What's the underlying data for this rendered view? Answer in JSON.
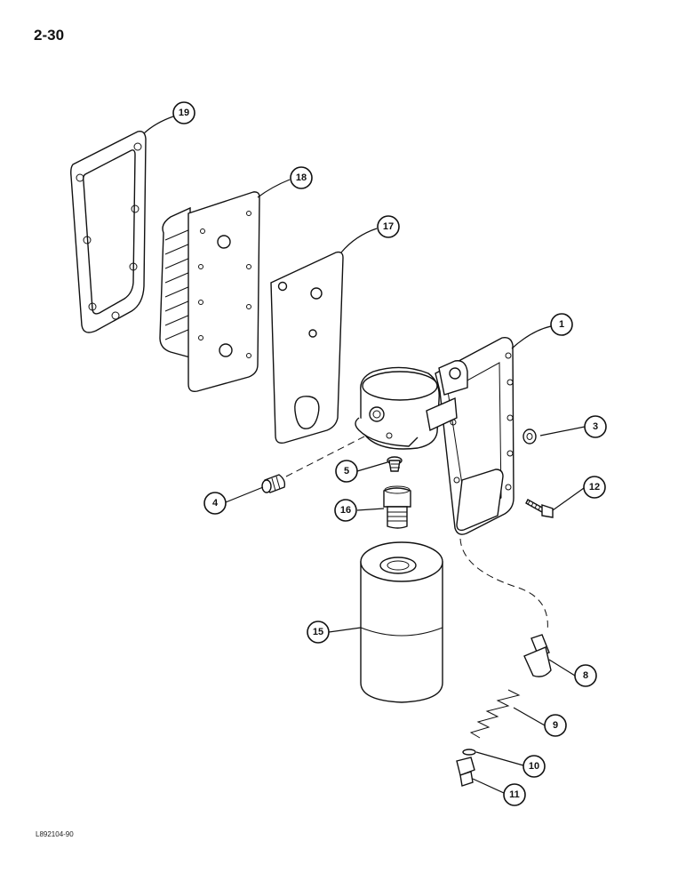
{
  "page": {
    "number": "2-30",
    "figure_code": "L892104-90"
  },
  "colors": {
    "ink": "#111111",
    "paper": "#ffffff",
    "stipple": "#bdbdbd"
  },
  "callouts": [
    {
      "id": "c1",
      "label": "1"
    },
    {
      "id": "c3",
      "label": "3"
    },
    {
      "id": "c4",
      "label": "4"
    },
    {
      "id": "c5",
      "label": "5"
    },
    {
      "id": "c8",
      "label": "8"
    },
    {
      "id": "c9",
      "label": "9"
    },
    {
      "id": "c10",
      "label": "10"
    },
    {
      "id": "c11",
      "label": "11"
    },
    {
      "id": "c12",
      "label": "12"
    },
    {
      "id": "c15",
      "label": "15"
    },
    {
      "id": "c16",
      "label": "16"
    },
    {
      "id": "c17",
      "label": "17"
    },
    {
      "id": "c18",
      "label": "18"
    },
    {
      "id": "c19",
      "label": "19"
    }
  ]
}
